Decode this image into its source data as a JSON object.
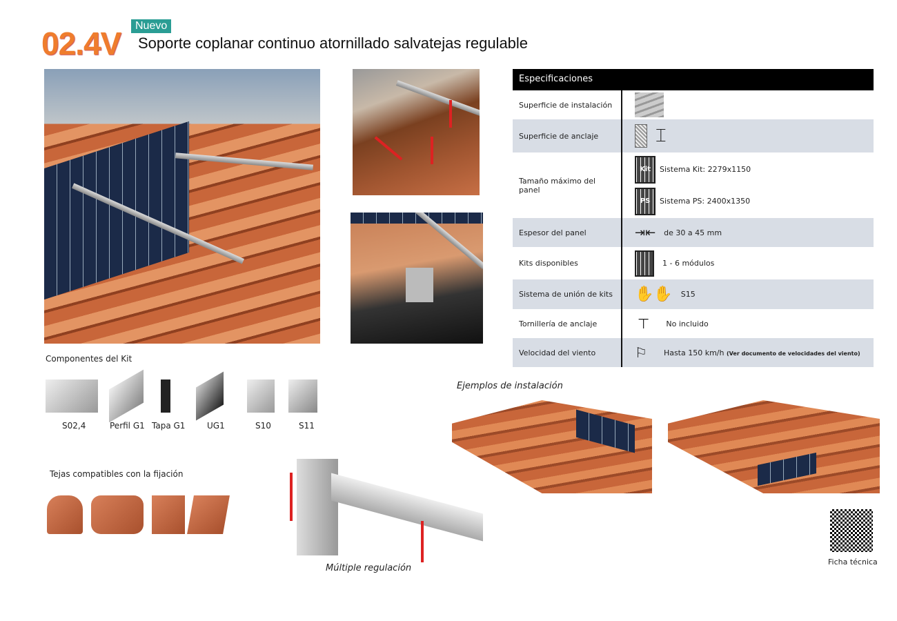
{
  "header": {
    "code": "02.4V",
    "badge": "Nuevo",
    "title": "Soporte coplanar continuo atornillado salvatejas regulable"
  },
  "spec": {
    "title": "Especificaciones",
    "rows": [
      {
        "label": "Superficie de instalación",
        "icon": "roof-tile-icon"
      },
      {
        "label": "Superficie de anclaje",
        "icon": "wood-and-beam-icon"
      },
      {
        "label": "Tamaño máximo del panel",
        "values": [
          "Sistema Kit: 2279x1150",
          "Sistema PS: 2400x1350"
        ],
        "icon_texts": [
          "Kit",
          "PS"
        ]
      },
      {
        "label": "Espesor del panel",
        "value": "de 30 a 45 mm"
      },
      {
        "label": "Kits disponibles",
        "value": "1 - 6 módulos"
      },
      {
        "label": "Sistema de unión de kits",
        "value": "S15"
      },
      {
        "label": "Tornillería de anclaje",
        "value": "No incluido"
      },
      {
        "label": "Velocidad del viento",
        "value": "Hasta 150 km/h",
        "note": "(Ver documento de velocidades del viento)"
      }
    ]
  },
  "components": {
    "title": "Componentes del Kit",
    "items": [
      "S02,4",
      "Perfil G1",
      "Tapa G1",
      "UG1",
      "S10",
      "S11"
    ]
  },
  "tiles": {
    "title": "Tejas compatibles con la fijación"
  },
  "bracket": {
    "caption": "Múltiple regulación"
  },
  "examples": {
    "title": "Ejemplos de instalación"
  },
  "qr": {
    "caption": "Ficha técnica"
  },
  "colors": {
    "accent": "#ef7d2d",
    "badge": "#2a9d94",
    "row_gray": "#d8dde5"
  }
}
